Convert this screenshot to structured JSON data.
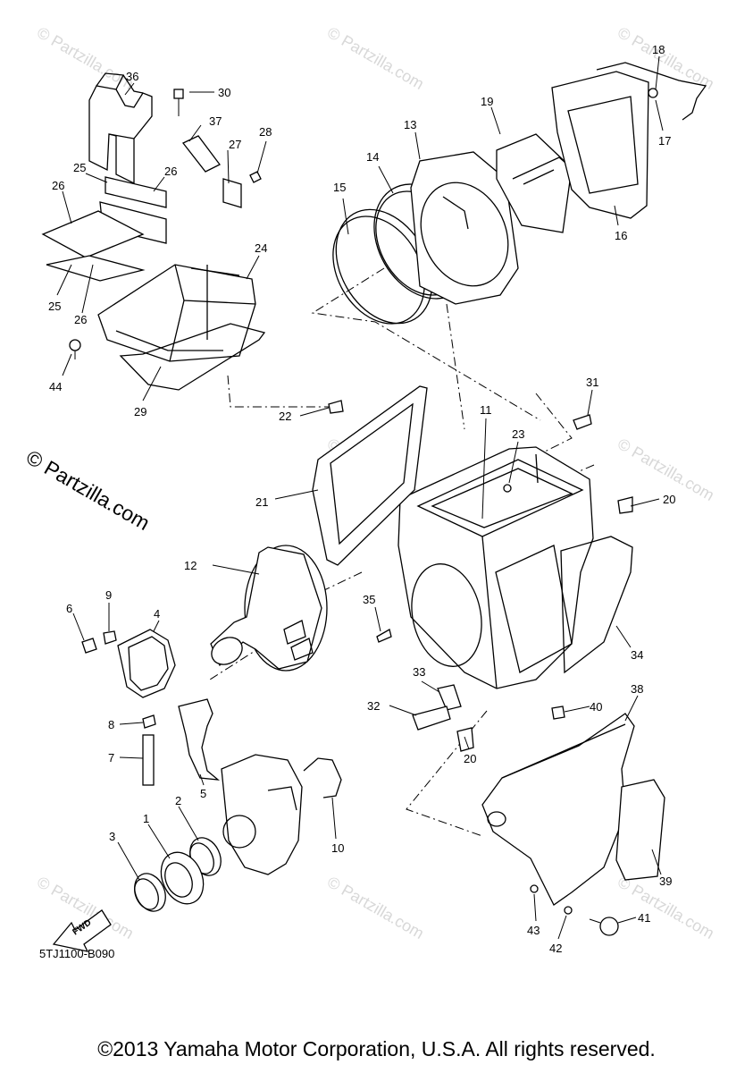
{
  "diagram": {
    "watermark": "© Partzilla.com",
    "catalog_code": "5TJ1100-B090",
    "fwd_label": "FWD",
    "footer": "©2013 Yamaha Motor Corporation, U.S.A. All rights reserved.",
    "callouts": {
      "p1": "1",
      "p2": "2",
      "p3": "3",
      "p4": "4",
      "p5": "5",
      "p6": "6",
      "p7": "7",
      "p8": "8",
      "p9": "9",
      "p10": "10",
      "p11": "11",
      "p12": "12",
      "p13": "13",
      "p14": "14",
      "p15": "15",
      "p16": "16",
      "p17": "17",
      "p18": "18",
      "p19": "19",
      "p20a": "20",
      "p20b": "20",
      "p21": "21",
      "p22": "22",
      "p23": "23",
      "p24": "24",
      "p25a": "25",
      "p25b": "25",
      "p26a": "26",
      "p26b": "26",
      "p26c": "26",
      "p27": "27",
      "p28": "28",
      "p29": "29",
      "p30": "30",
      "p31": "31",
      "p32": "32",
      "p33": "33",
      "p34": "34",
      "p35": "35",
      "p36": "36",
      "p37": "37",
      "p38": "38",
      "p39": "39",
      "p40": "40",
      "p41": "41",
      "p42": "42",
      "p43": "43",
      "p44": "44"
    }
  }
}
